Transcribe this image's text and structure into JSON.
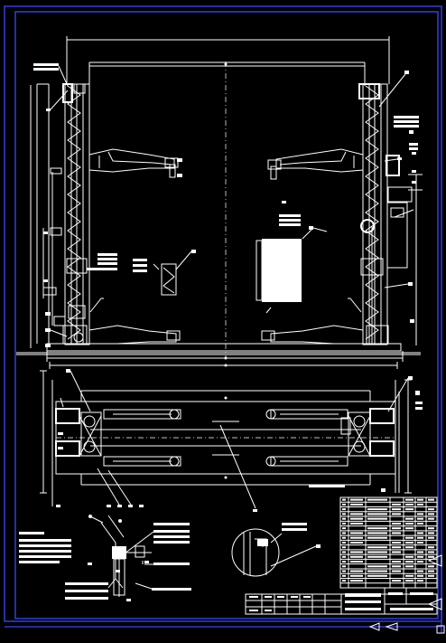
{
  "drawing": {
    "frame_color": "#2f3bd0",
    "line_color": "#ffffff",
    "background": "#000000",
    "views": [
      "front-elevation",
      "plan-view",
      "detail-left",
      "detail-circle",
      "parts-list",
      "title-block"
    ]
  }
}
